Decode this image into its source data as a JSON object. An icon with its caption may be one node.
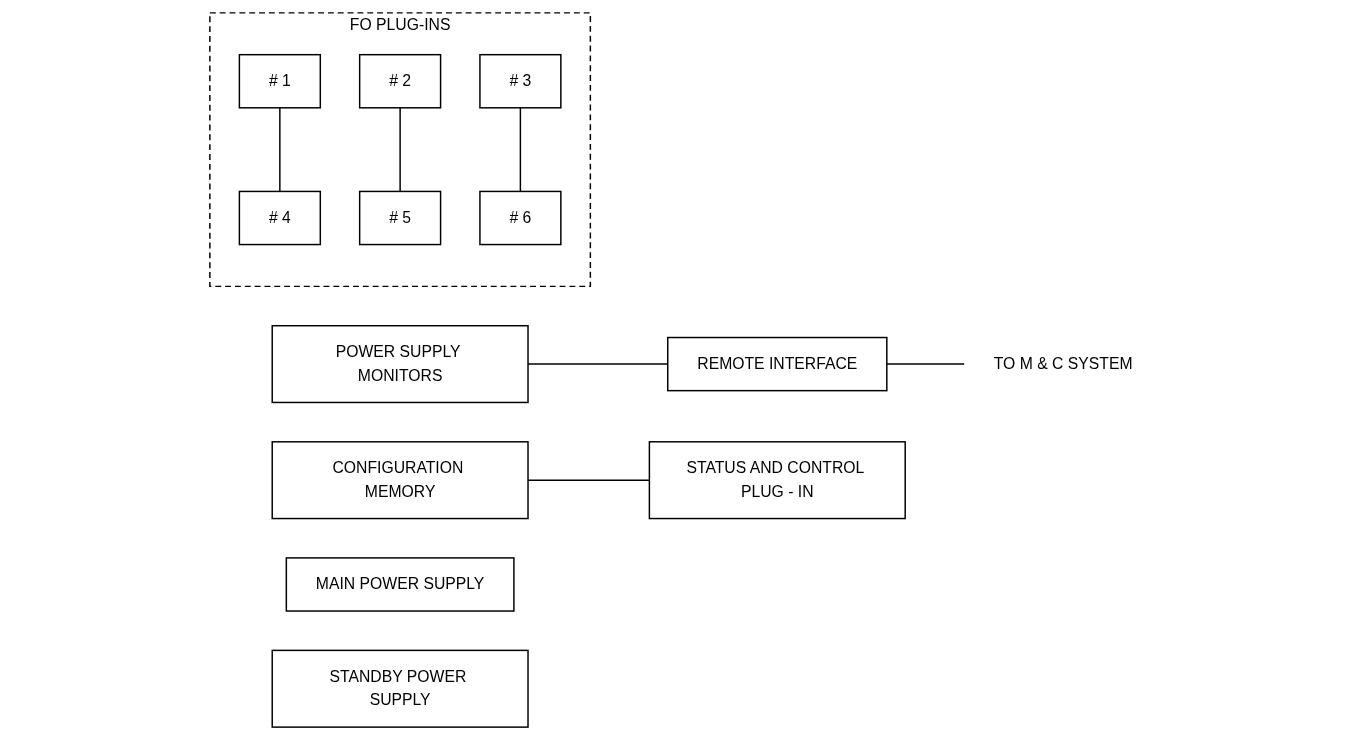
{
  "diagram": {
    "nodes": [
      {
        "text": [
          "POWER SUPPLY MONITORS"
        ]
      },
      {
        "text": [
          "CONFIGURATION MEMORY"
        ]
      },
      {
        "text": [
          "REMOTE INTERFACE"
        ]
      },
      {
        "text": [
          "FO PLUG-INS"
        ]
      },
      {
        "text": [
          "# 1"
        ],
        "in": 3
      },
      {
        "text": [
          "# 2"
        ],
        "in": 3
      },
      {
        "text": [
          "# 3"
        ],
        "in": 3
      },
      {
        "text": [
          "# 4"
        ],
        "in": 3
      },
      {
        "text": [
          "# 5"
        ],
        "in": 3
      },
      {
        "text": [
          "# 6"
        ],
        "in": 3
      },
      {
        "text": [
          "STATUS AND CONTROL PLUG - IN"
        ]
      },
      {
        "text": [
          "MAIN POWER SUPPLY"
        ]
      },
      {
        "text": [
          "STANDBY POWER SUPPLY"
        ]
      },
      {
        "text": [
          "TO M & C SYSTEM"
        ]
      }
    ],
    "edges": [
      {
        "from": 0,
        "to": 2,
        "arrow": "none"
      },
      {
        "from": 1,
        "to": 10,
        "arrow": "none"
      },
      {
        "from": 4,
        "to": 7,
        "arrow": "none"
      },
      {
        "from": 5,
        "to": 8,
        "arrow": "none"
      },
      {
        "from": 6,
        "to": 9,
        "arrow": "none"
      },
      {
        "from": 2,
        "to": 13,
        "arrow": "none"
      }
    ]
  }
}
